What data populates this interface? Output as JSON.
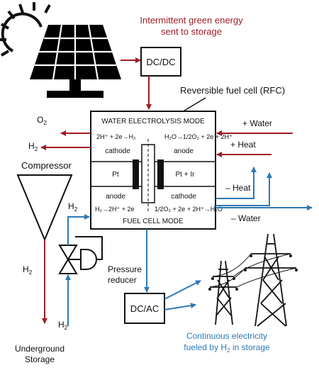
{
  "labels": {
    "green_energy_line1": "Intermittent green energy",
    "green_energy_line2": "sent to storage",
    "dcdc": "DC/DC",
    "rfc": "Reversible fuel cell (RFC)",
    "o2": "O",
    "o2_sub": "2",
    "h2": "H",
    "h2_sub": "2",
    "compressor": "Compressor",
    "plus_water": "+ Water",
    "plus_heat": "+ Heat",
    "minus_heat": "– Heat",
    "minus_water": "– Water",
    "water_electrolysis_mode": "WATER ELECTROLYSIS MODE",
    "fuel_cell_mode": "FUEL CELL MODE",
    "eq_left_top": "2H⁺ + 2e→H₂",
    "eq_right_top": "H₂O→1/2O₂ + 2e + 2H⁺",
    "cathode": "cathode",
    "anode": "anode",
    "pt": "Pt",
    "pt_ir": "Pt + Ir",
    "eq_left_bottom": "H₂→2H⁺ + 2e",
    "eq_right_bottom": "1/2O₂ + 2e + 2H⁺→H₂O",
    "pressure_reducer_line1": "Pressure",
    "pressure_reducer_line2": "reducer",
    "dcac": "DC/AC",
    "continuous_line1": "Continuous electricity",
    "continuous_line2_a": "fueled by H",
    "continuous_line2_b": "in storage",
    "underground_line1": "Underground",
    "underground_line2": "Storage"
  },
  "colors": {
    "red": "#a01c26",
    "blue": "#2f78b4",
    "black": "#111111"
  },
  "icons": [
    "sun-icon",
    "solar-panel-icon",
    "valve-icon",
    "transmission-tower-icon"
  ]
}
